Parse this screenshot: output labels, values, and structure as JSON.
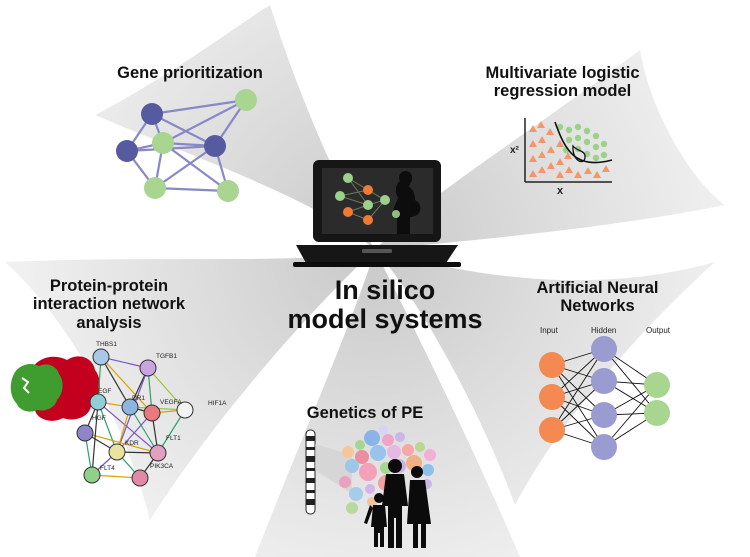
{
  "center": {
    "line1": "In silico",
    "line2": "model systems"
  },
  "panels": {
    "gene": {
      "title": "Gene prioritization"
    },
    "logistic": {
      "title_line1": "Multivariate logistic",
      "title_line2": "regression model",
      "ylabel": "x²",
      "xlabel": "x"
    },
    "ppi": {
      "title_line1": "Protein-protein",
      "title_line2": "interaction network",
      "title_line3": "analysis",
      "nodes": [
        "THBS1",
        "TGFB1",
        "EGF",
        "DR1",
        "VEGFA",
        "HIF1A",
        "HGF",
        "KDR",
        "FLT1",
        "FLT4",
        "PIK3CA"
      ]
    },
    "ann": {
      "title_line1": "Artificial Neural",
      "title_line2": "Networks",
      "input": "Input",
      "hidden": "Hidden",
      "output": "Output"
    },
    "genetics": {
      "title": "Genetics of PE"
    }
  },
  "colors": {
    "navy": "#565a9e",
    "green": "#a8d58f",
    "orange": "#f48a52",
    "lavender": "#9a9bd0",
    "fan": "#e6e6e6"
  },
  "icons": [
    "laptop-icon",
    "pregnant-woman-icon",
    "chromosome-icon",
    "family-silhouette-icon",
    "protein-structure-icon"
  ]
}
